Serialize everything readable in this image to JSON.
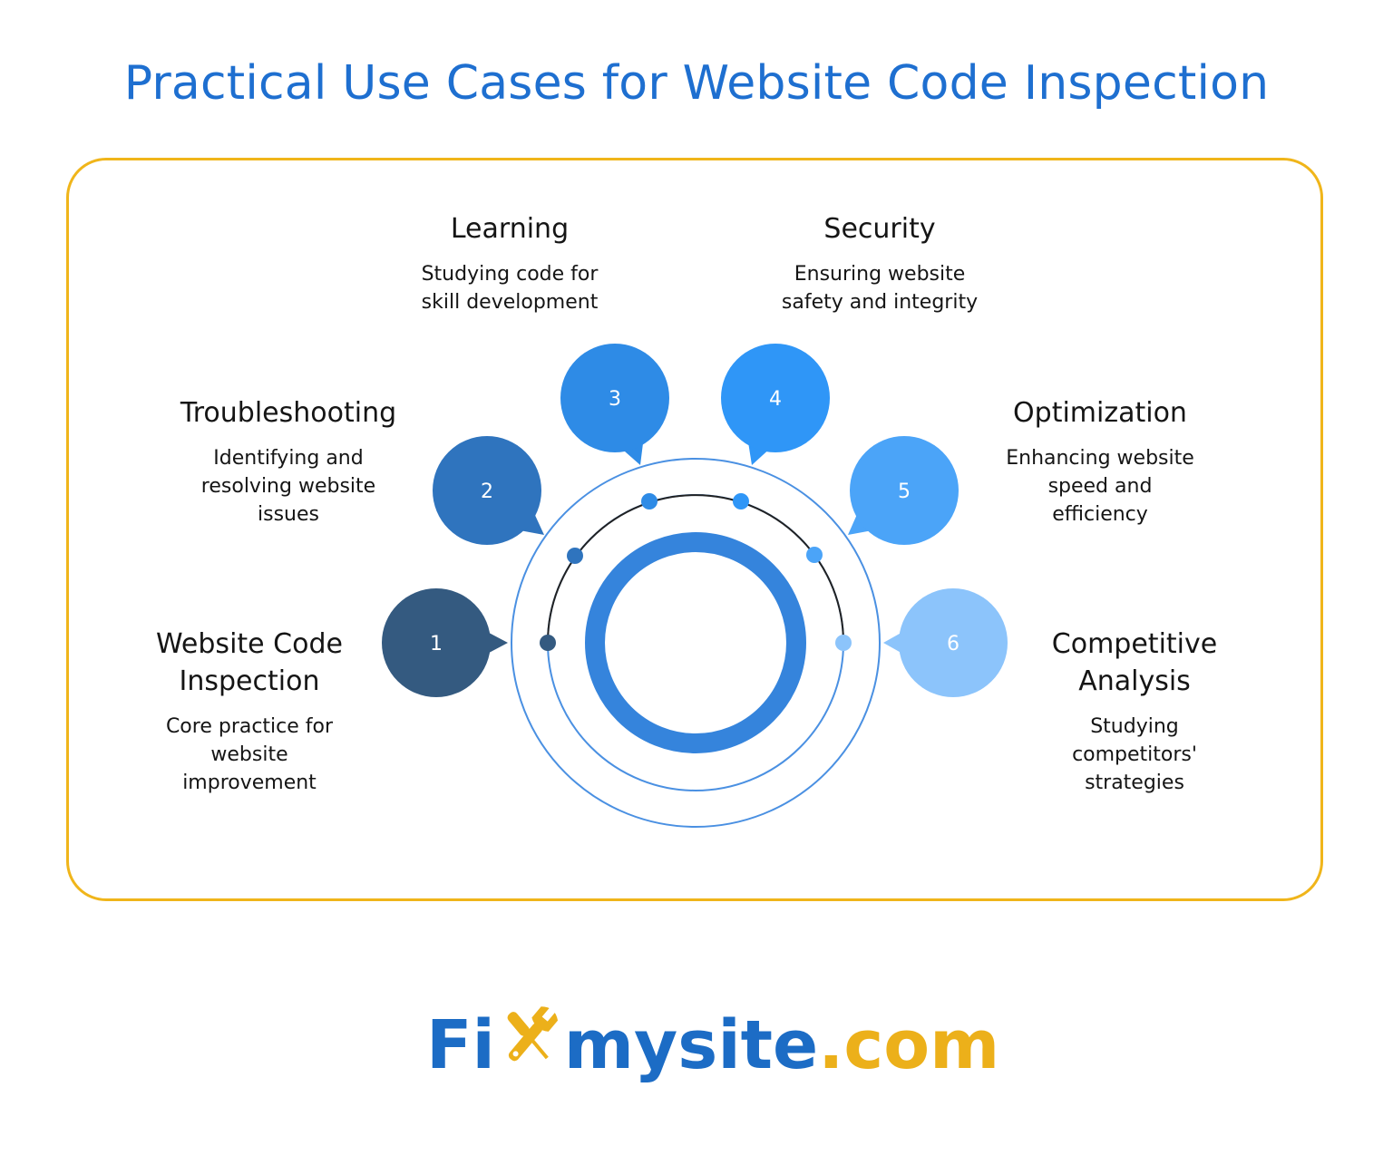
{
  "title": "Practical Use Cases for Website Code Inspection",
  "colors": {
    "title": "#1e6fd0",
    "panel_border": "#f0b51a",
    "ring": "#3584dc",
    "outer_circle": "#4a90e2",
    "arc": "#222222",
    "logo_blue": "#1c6cc5",
    "logo_gold": "#ecb01a"
  },
  "steps": [
    {
      "number": "1",
      "title": "Website Code\nInspection",
      "description": "Core practice for\nwebsite\nimprovement",
      "color": "#345a80"
    },
    {
      "number": "2",
      "title": "Troubleshooting",
      "description": "Identifying and\nresolving website\nissues",
      "color": "#2f74be"
    },
    {
      "number": "3",
      "title": "Learning",
      "description": "Studying code for\nskill development",
      "color": "#2e8be6"
    },
    {
      "number": "4",
      "title": "Security",
      "description": "Ensuring website\nsafety and integrity",
      "color": "#2f96f7"
    },
    {
      "number": "5",
      "title": "Optimization",
      "description": "Enhancing website\nspeed and\nefficiency",
      "color": "#4ba4f8"
    },
    {
      "number": "6",
      "title": "Competitive\nAnalysis",
      "description": "Studying\ncompetitors'\nstrategies",
      "color": "#8cc4fb"
    }
  ],
  "logo": {
    "part1": "Fi",
    "part2": "mysite",
    "part3": ".com",
    "icon": "wrench-screwdriver-icon"
  }
}
